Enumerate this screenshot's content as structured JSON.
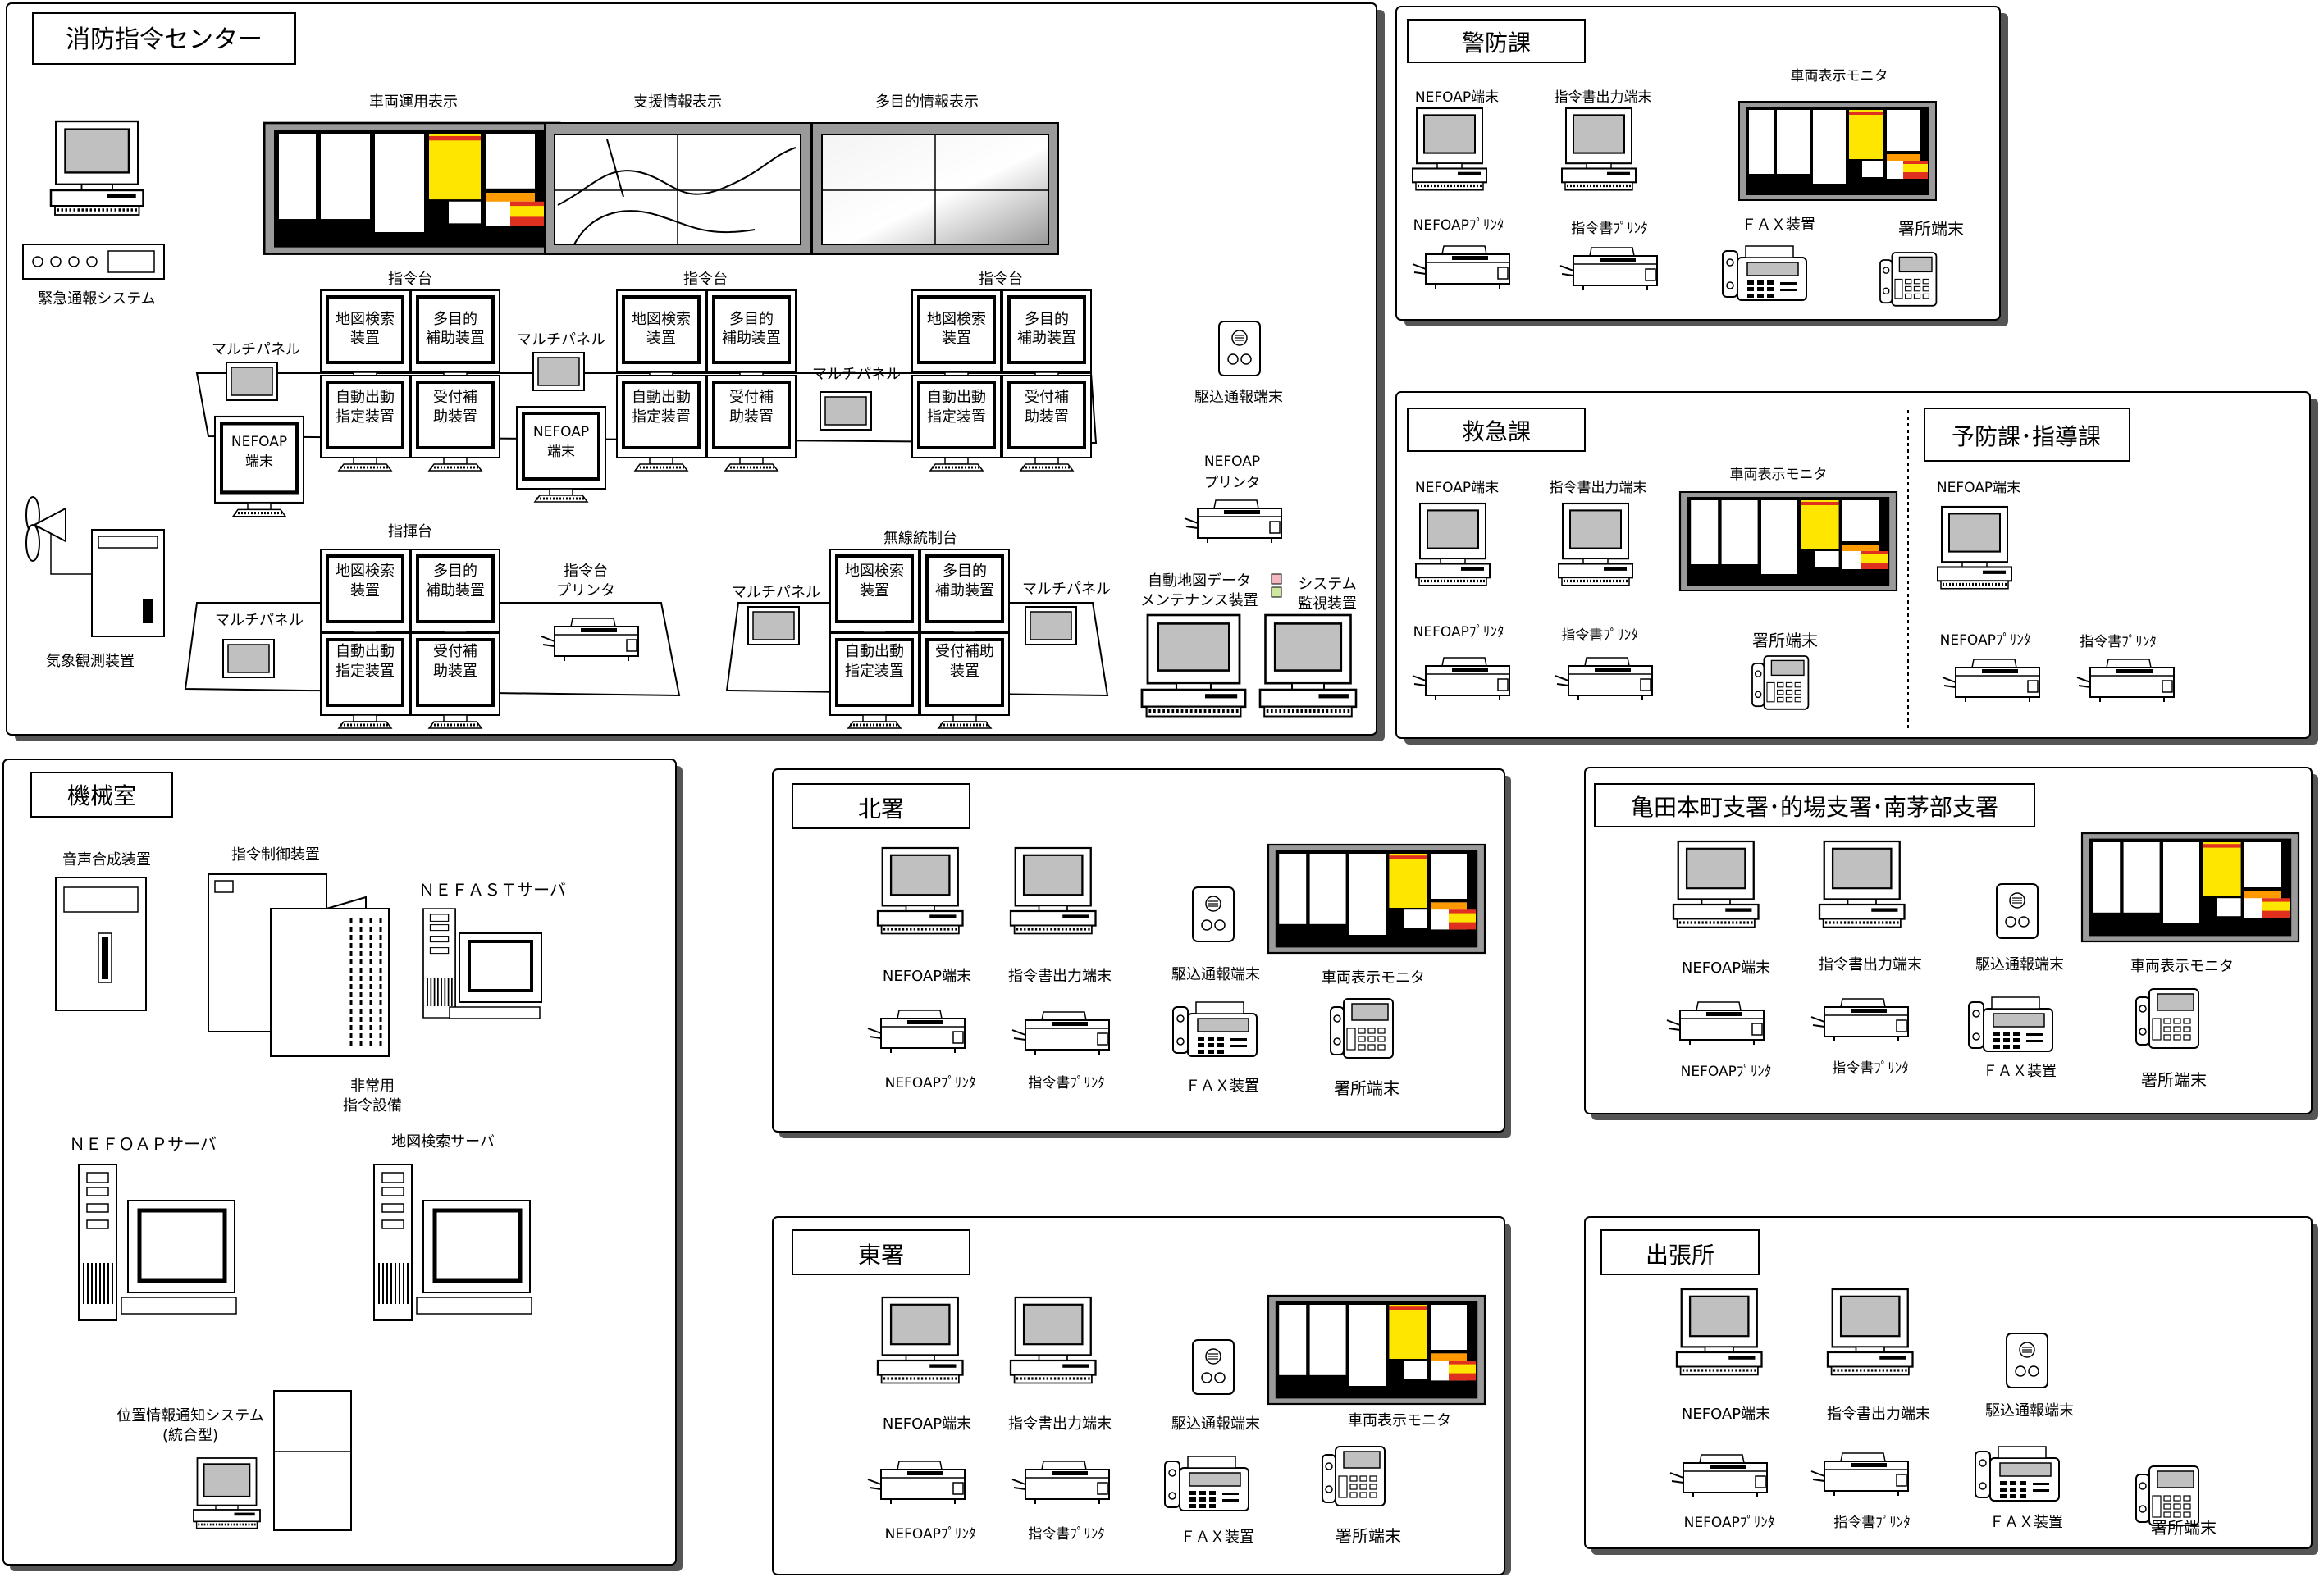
{
  "colors": {
    "ink": "#000000",
    "screen": "#c0c0c0",
    "panel_bg": "#ffffff",
    "display_yellow": "#ffe600",
    "display_red": "#e03020",
    "display_orange": "#ff9900",
    "shadow": "#555555"
  },
  "dispatch_center": {
    "title": "消防指令センター",
    "display_vehicle": "車両運用表示",
    "display_support": "支援情報表示",
    "display_multi": "多目的情報表示",
    "emergency_system": "緊急通報システム",
    "weather": "気象観測装置",
    "console_label": "指令台",
    "command_console": "指揮台",
    "radio_console": "無線統制台",
    "map_search": [
      "地図検索",
      "装置"
    ],
    "multi_aux": [
      "多目的",
      "補助装置"
    ],
    "auto_dispatch": [
      "自動出動",
      "指定装置"
    ],
    "reception_aux": [
      "受付補",
      "助装置"
    ],
    "reception_aux2": [
      "受付補助",
      "装置"
    ],
    "multipanel": "マルチパネル",
    "nefoap_terminal": [
      "NEFOAP",
      "端末"
    ],
    "rush_terminal": "駆込通報端末",
    "nefoap_printer": [
      "NEFOAP",
      "プリンタ"
    ],
    "console_printer": [
      "指令台",
      "プリンタ"
    ],
    "map_maint": [
      "自動地図データ",
      "メンテナンス装置"
    ],
    "sys_monitor": [
      "システム",
      "監視装置"
    ]
  },
  "keibo": {
    "title": "警防課",
    "nefoap_term": "NEFOAP端末",
    "order_out": "指令書出力端末",
    "vehicle_monitor": "車両表示モニタ",
    "nefoap_printer": "NEFOAPﾌﾟﾘﾝﾀ",
    "order_printer": "指令書ﾌﾟﾘﾝﾀ",
    "fax": "ＦＡＸ装置",
    "station_term": "署所端末"
  },
  "kyukyu": {
    "title": "救急課",
    "nefoap_term": "NEFOAP端末",
    "order_out": "指令書出力端末",
    "vehicle_monitor": "車両表示モニタ",
    "nefoap_printer": "NEFOAPﾌﾟﾘﾝﾀ",
    "order_printer": "指令書ﾌﾟﾘﾝﾀ",
    "station_term": "署所端末"
  },
  "yobo": {
    "title": "予防課･指導課",
    "nefoap_term": "NEFOAP端末",
    "nefoap_printer": "NEFOAPﾌﾟﾘﾝﾀ",
    "order_printer": "指令書ﾌﾟﾘﾝﾀ"
  },
  "machine_room": {
    "title": "機械室",
    "voice": "音声合成装置",
    "order_ctrl": "指令制御装置",
    "nefast": "ＮＥＦＡＳＴサーバ",
    "emergency_eq": [
      "非常用",
      "指令設備"
    ],
    "nefoap_server": "ＮＥＦＯＡＰサーバ",
    "map_server": "地図検索サーバ",
    "location_system": [
      "位置情報通知システム",
      "(統合型)"
    ]
  },
  "kita": {
    "title": "北署",
    "nefoap_term": "NEFOAP端末",
    "order_out": "指令書出力端末",
    "rush_term": "駆込通報端末",
    "vehicle_monitor": "車両表示モニタ",
    "nefoap_printer": "NEFOAPﾌﾟﾘﾝﾀ",
    "order_printer": "指令書ﾌﾟﾘﾝﾀ",
    "fax": "ＦＡＸ装置",
    "station_term": "署所端末"
  },
  "higashi": {
    "title": "東署",
    "nefoap_term": "NEFOAP端末",
    "order_out": "指令書出力端末",
    "rush_term": "駆込通報端末",
    "vehicle_monitor": "車両表示モニタ",
    "nefoap_printer": "NEFOAPﾌﾟﾘﾝﾀ",
    "order_printer": "指令書ﾌﾟﾘﾝﾀ",
    "fax": "ＦＡＸ装置",
    "station_term": "署所端末"
  },
  "branches": {
    "title": "亀田本町支署･的場支署･南茅部支署",
    "nefoap_term": "NEFOAP端末",
    "order_out": "指令書出力端末",
    "rush_term": "駆込通報端末",
    "vehicle_monitor": "車両表示モニタ",
    "nefoap_printer": "NEFOAPﾌﾟﾘﾝﾀ",
    "order_printer": "指令書ﾌﾟﾘﾝﾀ",
    "fax": "ＦＡＸ装置",
    "station_term": "署所端末"
  },
  "shutchojo": {
    "title": "出張所",
    "nefoap_term": "NEFOAP端末",
    "order_out": "指令書出力端末",
    "rush_term": "駆込通報端末",
    "nefoap_printer": "NEFOAPﾌﾟﾘﾝﾀ",
    "order_printer": "指令書ﾌﾟﾘﾝﾀ",
    "fax": "ＦＡＸ装置",
    "station_term": "署所端末"
  }
}
